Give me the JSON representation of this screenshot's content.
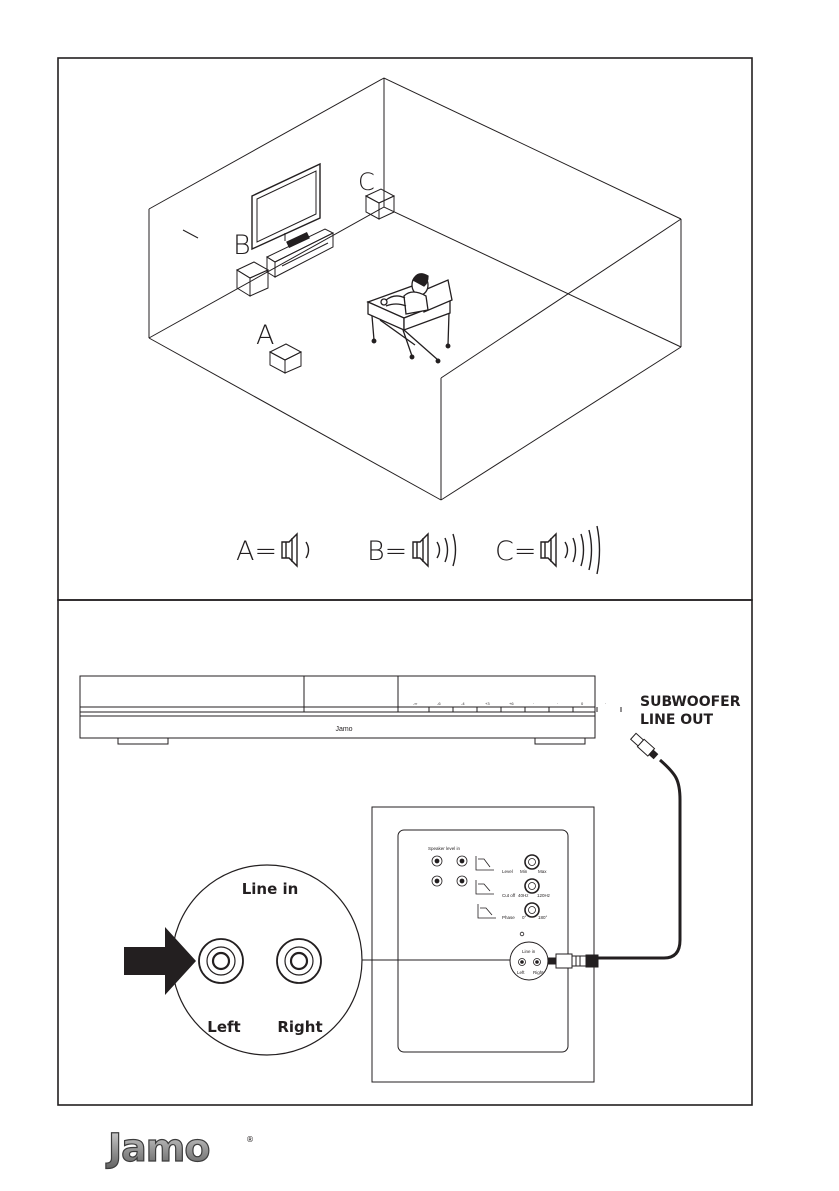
{
  "room_diagram": {
    "labels": {
      "a": "A",
      "b": "B",
      "c": "C"
    },
    "legend": [
      {
        "label": "A=",
        "waves": 1
      },
      {
        "label": "B=",
        "waves": 3
      },
      {
        "label": "C=",
        "waves": 5
      }
    ]
  },
  "connection_diagram": {
    "callout": {
      "line1": "SUBWOOFER",
      "line2": "LINE OUT"
    },
    "soundbar": {
      "brand": "Jamo",
      "display_marks": [
        "-∞",
        "-6",
        "-4",
        "+3",
        "+6",
        "·",
        "·",
        "0",
        "·"
      ]
    },
    "subwoofer_panel": {
      "speaker_level_in": "Speaker level in",
      "level": "Level",
      "min": "Min",
      "max": "Max",
      "crossover": "Cut off",
      "hz_low": "40Hz",
      "hz_high": "120Hz",
      "phase": "Phase",
      "deg0": "0°",
      "deg180": "180°",
      "small_line_in": "Line in",
      "small_left": "Left",
      "small_right": "Right"
    },
    "zoom": {
      "title": "Line in",
      "left": "Left",
      "right": "Right"
    }
  },
  "footer": {
    "logo_text": "Jamo",
    "registered": "®"
  }
}
